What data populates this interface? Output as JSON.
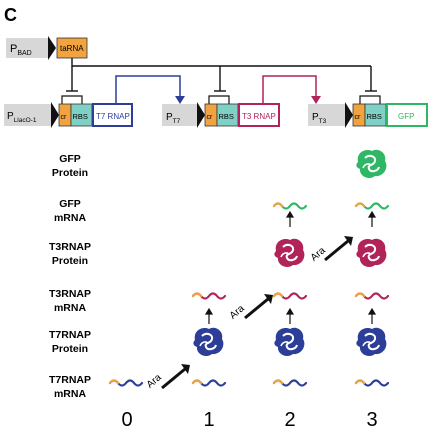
{
  "panel_label": "C",
  "colors": {
    "orange": "#f0a33e",
    "teal": "#7fd0c5",
    "t7_blue": "#2d3e98",
    "t3_red": "#b0245a",
    "gfp_green": "#2fb765",
    "promoter_gray": "#d7d7d7",
    "arrow_black": "#111111"
  },
  "circuit": {
    "top_promoter": {
      "main": "P",
      "sub": "BAD"
    },
    "tarna_label": "taRNA",
    "modules": [
      {
        "promoter_main": "P",
        "promoter_sub": "LlacO-1",
        "cr": "cr",
        "rbs": "RBS",
        "gene": "T7 RNAP",
        "gene_color": "t7_blue"
      },
      {
        "promoter_main": "P",
        "promoter_sub": "T7",
        "cr": "cr",
        "rbs": "RBS",
        "gene": "T3 RNAP",
        "gene_color": "t3_red"
      },
      {
        "promoter_main": "P",
        "promoter_sub": "T3",
        "cr": "cr",
        "rbs": "RBS",
        "gene": "GFP",
        "gene_color": "gfp_green"
      }
    ]
  },
  "row_labels": [
    [
      "GFP",
      "Protein"
    ],
    [
      "GFP",
      "mRNA"
    ],
    [
      "T3RNAP",
      "Protein"
    ],
    [
      "T3RNAP",
      "mRNA"
    ],
    [
      "T7RNAP",
      "Protein"
    ],
    [
      "T7RNAP",
      "mRNA"
    ]
  ],
  "stages": [
    "0",
    "1",
    "2",
    "3"
  ],
  "inducer_label": "Ara",
  "icons": {
    "mrna": "mrna-squiggle-icon",
    "protein": "folded-protein-icon",
    "arrow": "up-arrow-icon"
  }
}
